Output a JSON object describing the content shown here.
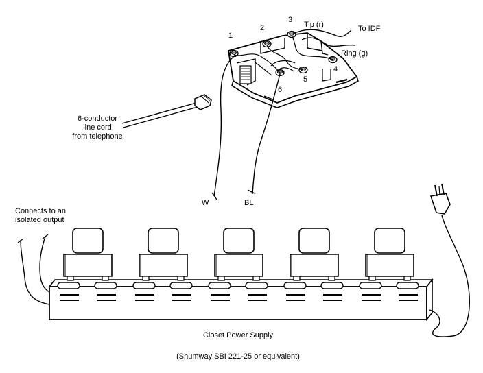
{
  "labels": {
    "terminal_1": "1",
    "terminal_2": "2",
    "terminal_3": "3",
    "terminal_4": "4",
    "terminal_5": "5",
    "terminal_6": "6",
    "tip": "Tip (r)",
    "to_idf": "To IDF",
    "ring": "Ring (g)",
    "line_cord": [
      "6-conductor",
      "line cord",
      "from telephone"
    ],
    "wire_w": "W",
    "wire_bl": "BL",
    "isolated_output": [
      "Connects to an",
      "isolated output"
    ],
    "power_supply": "Closet Power Supply",
    "power_supply_model": "(Shumway SBI 221-25 or equivalent)"
  }
}
